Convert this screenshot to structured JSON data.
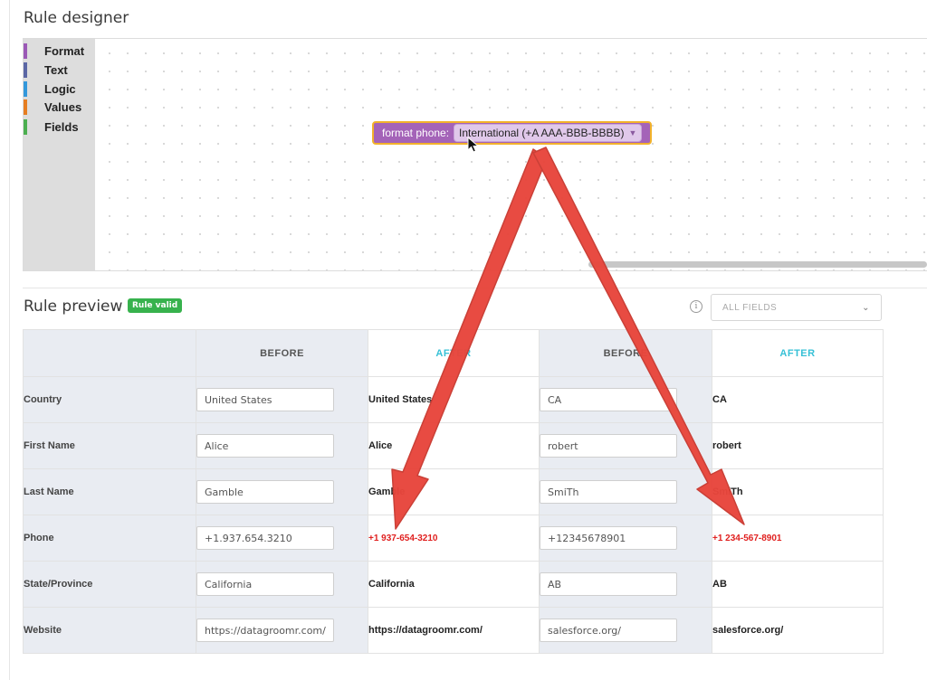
{
  "designer": {
    "title": "Rule designer",
    "categories": [
      {
        "label": "Format",
        "color": "#9b59b6"
      },
      {
        "label": "Text",
        "color": "#5b67a5"
      },
      {
        "label": "Logic",
        "color": "#3498db"
      },
      {
        "label": "Values",
        "color": "#e67e22"
      },
      {
        "label": "Fields",
        "color": "#4caf50"
      }
    ],
    "block": {
      "label": "format phone:",
      "selected_format": "International (+A AAA-BBB-BBBB)",
      "color": "#a463b8"
    }
  },
  "preview": {
    "title": "Rule preview",
    "badge": "Rule valid",
    "field_filter": {
      "placeholder": "ALL FIELDS"
    },
    "columns": [
      "",
      "BEFORE",
      "AFTER",
      "BEFORE",
      "AFTER"
    ],
    "rows": [
      {
        "label": "Country",
        "before1": "United States",
        "after1": "United States",
        "before2": "CA",
        "after2": "CA"
      },
      {
        "label": "First Name",
        "before1": "Alice",
        "after1": "Alice",
        "before2": "robert",
        "after2": "robert"
      },
      {
        "label": "Last Name",
        "before1": "Gamble",
        "after1": "Gamble",
        "before2": "SmiTh",
        "after2": "SmiTh"
      },
      {
        "label": "Phone",
        "before1": "+1.937.654.3210",
        "after1": "+1 937-654-3210",
        "before2": "+12345678901",
        "after2": "+1 234-567-8901"
      },
      {
        "label": "State/Province",
        "before1": "California",
        "after1": "California",
        "before2": "AB",
        "after2": "AB"
      },
      {
        "label": "Website",
        "before1": "https://datagroomr.com/",
        "after1": "https://datagroomr.com/",
        "before2": "salesforce.org/",
        "after2": "salesforce.org/"
      }
    ],
    "colors": {
      "after_header": "#36c0d6",
      "changed_value": "#e0201f",
      "badge": "#37b24d"
    }
  },
  "annotation": {
    "arrow_color": "#e8463c"
  }
}
